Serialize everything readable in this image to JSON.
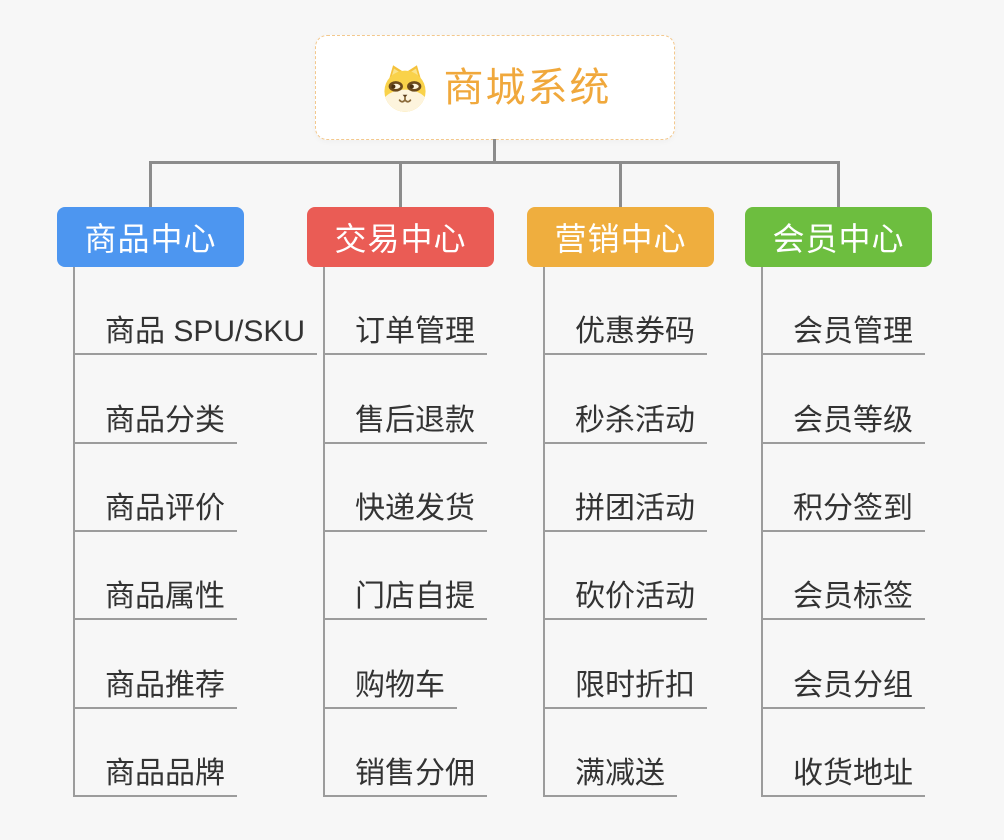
{
  "root": {
    "title": "商城系统",
    "icon": "doge-icon"
  },
  "branches": [
    {
      "label": "商品中心",
      "color": "#4d96f0",
      "children": [
        "商品 SPU/SKU",
        "商品分类",
        "商品评价",
        "商品属性",
        "商品推荐",
        "商品品牌"
      ]
    },
    {
      "label": "交易中心",
      "color": "#ea5c55",
      "children": [
        "订单管理",
        "售后退款",
        "快递发货",
        "门店自提",
        "购物车",
        "销售分佣"
      ]
    },
    {
      "label": "营销中心",
      "color": "#efae3e",
      "children": [
        "优惠券码",
        "秒杀活动",
        "拼团活动",
        "砍价活动",
        "限时折扣",
        "满减送"
      ]
    },
    {
      "label": "会员中心",
      "color": "#6dbe3f",
      "children": [
        "会员管理",
        "会员等级",
        "积分签到",
        "会员标签",
        "会员分组",
        "收货地址"
      ]
    }
  ],
  "colors": {
    "background": "#f7f7f7",
    "connector": "#8c8c8c",
    "branch_line": "#9c9c9c",
    "leaf_text": "#333333",
    "root_accent": "#f0a83c",
    "root_border": "#f3c88d"
  }
}
